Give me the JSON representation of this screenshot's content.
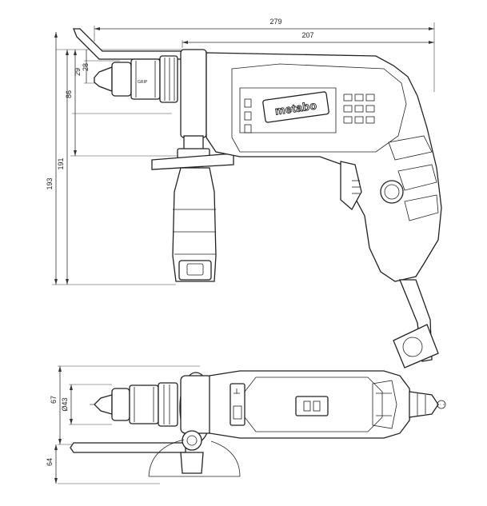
{
  "brand": "metabo",
  "dimensions": {
    "overall_length": "279",
    "body_length": "207",
    "dim_29": "29",
    "dim_28": "28",
    "dim_86": "86",
    "dim_191": "191",
    "dim_193": "193",
    "dim_67": "67",
    "dim_d43": "Ø43",
    "dim_64": "64"
  }
}
